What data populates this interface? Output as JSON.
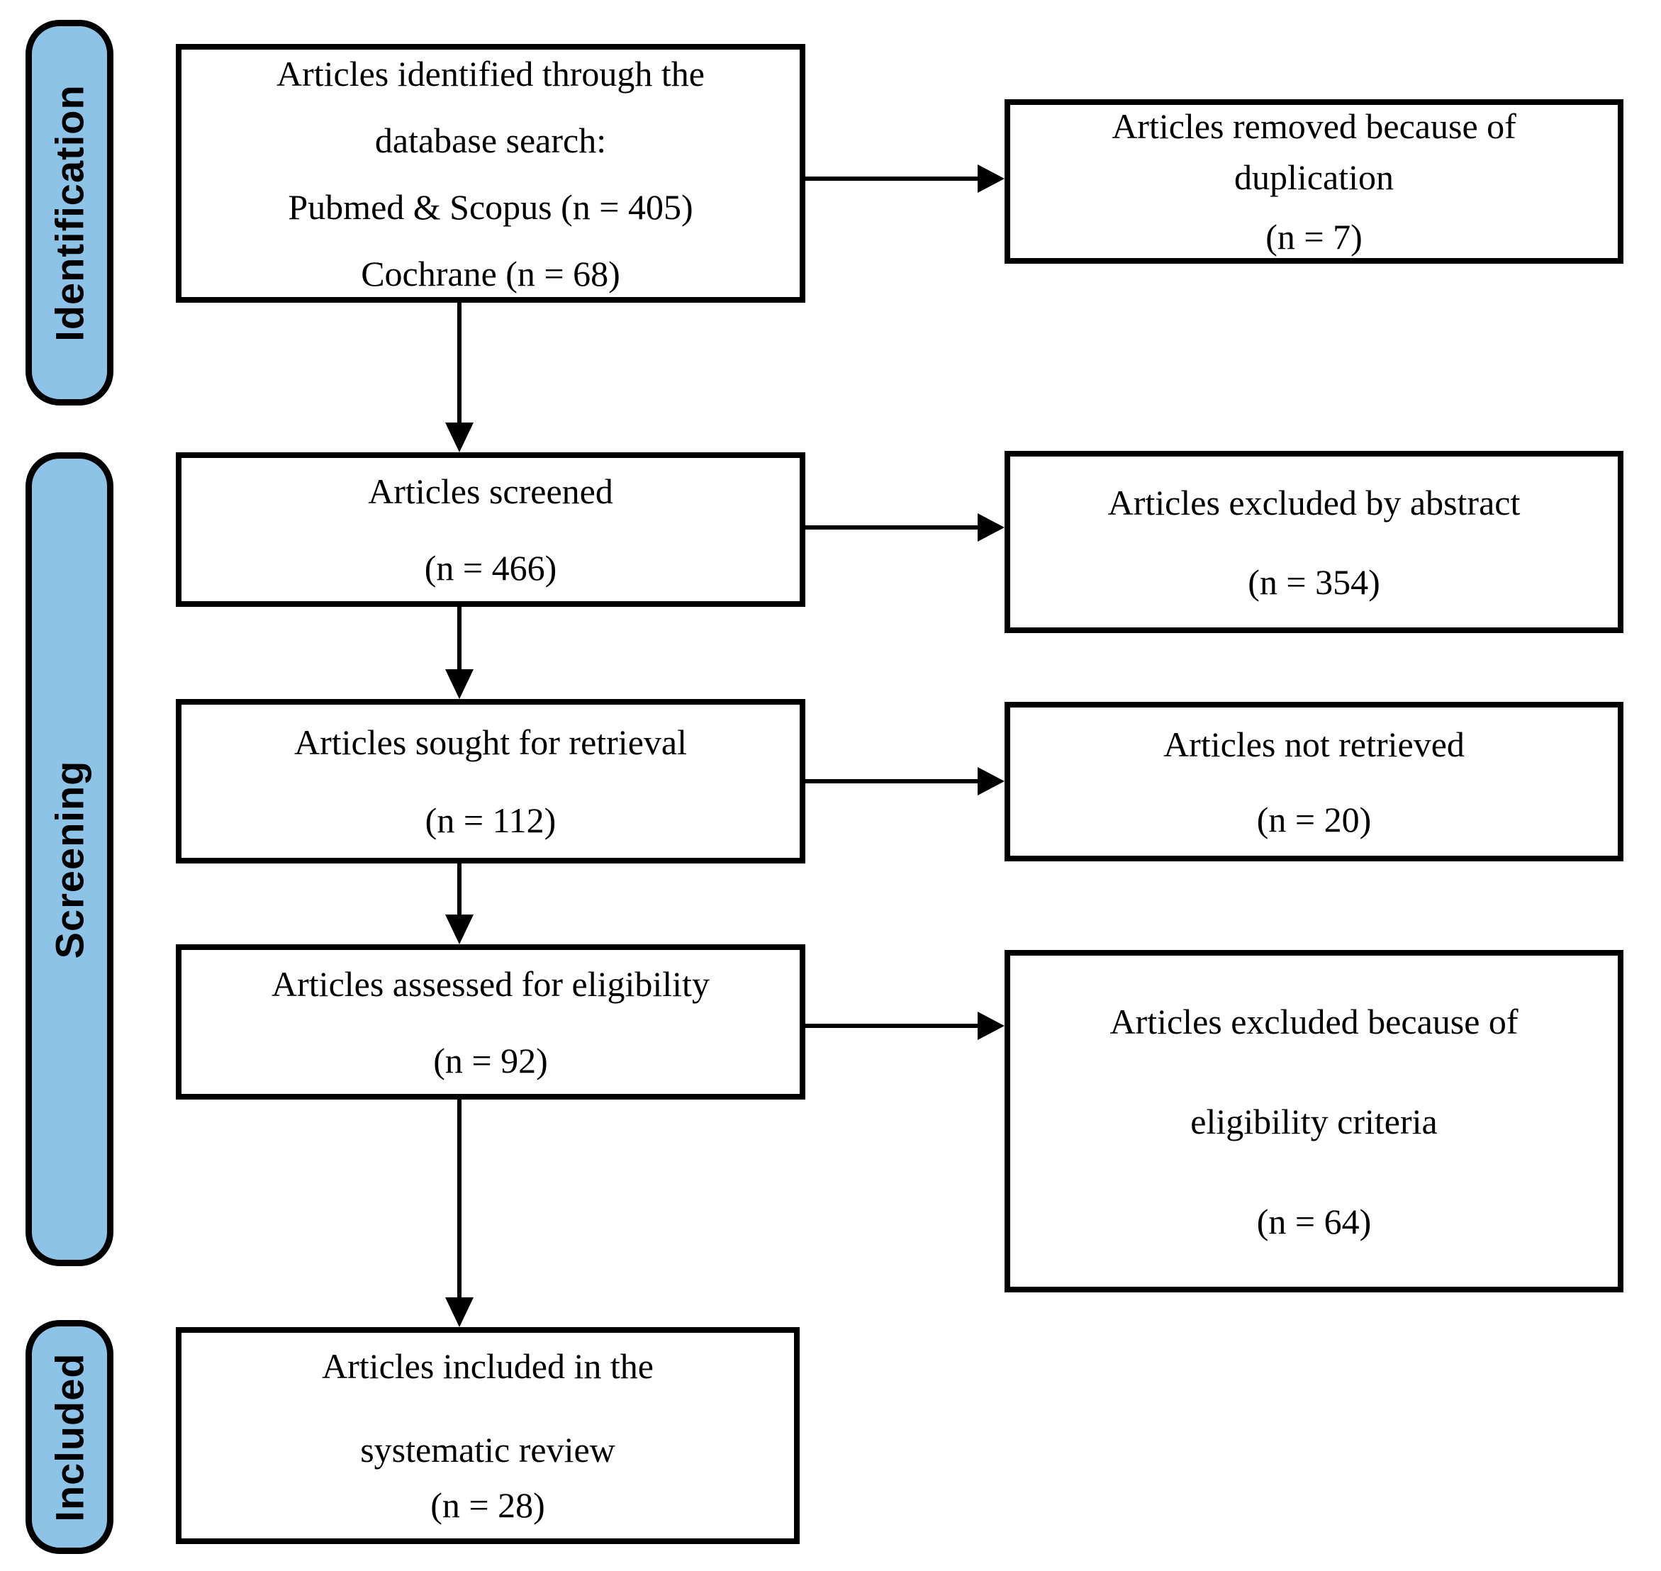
{
  "figure": {
    "type": "prisma-flow-diagram",
    "background": "#ffffff",
    "stage_fill": "#8DC3E6",
    "border_color": "#000000",
    "text_color": "#000000"
  },
  "stages": [
    {
      "id": "identification",
      "label": "Identification"
    },
    {
      "id": "screening",
      "label": "Screening"
    },
    {
      "id": "included",
      "label": "Included"
    }
  ],
  "boxes": {
    "identified": {
      "lines": [
        "Articles identified through the",
        "database search:",
        "Pubmed & Scopus (n = 405)",
        "Cochrane (n = 68)"
      ],
      "n_pubmed_scopus": 405,
      "n_cochrane": 68
    },
    "screened": {
      "lines": [
        "Articles screened",
        "(n = 466)"
      ],
      "n": 466
    },
    "sought": {
      "lines": [
        "Articles sought for retrieval",
        "(n = 112)"
      ],
      "n": 112
    },
    "assessed": {
      "lines": [
        "Articles assessed for eligibility",
        "(n = 92)"
      ],
      "n": 92
    },
    "included": {
      "lines": [
        "Articles included in the",
        "systematic review",
        "(n = 28)"
      ],
      "n": 28
    },
    "removed_duplication": {
      "lines": [
        "Articles removed because of",
        "duplication",
        "(n = 7)"
      ],
      "n": 7
    },
    "excluded_abstract": {
      "lines": [
        "Articles excluded by abstract",
        "(n = 354)"
      ],
      "n": 354
    },
    "not_retrieved": {
      "lines": [
        "Articles not retrieved",
        "(n = 20)"
      ],
      "n": 20
    },
    "excluded_eligibility": {
      "lines": [
        "Articles excluded because of",
        "eligibility criteria",
        "(n = 64)"
      ],
      "n": 64
    }
  }
}
